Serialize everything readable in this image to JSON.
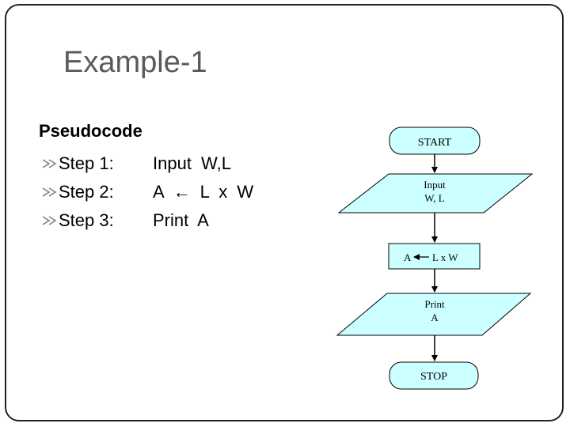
{
  "slide": {
    "title": "Example-1",
    "pseudocode_heading": "Pseudocode",
    "steps": [
      {
        "label": "Step 1:",
        "value": "Input W,L"
      },
      {
        "label": "Step 2:",
        "value": "A ← L x W"
      },
      {
        "label": "Step 3:",
        "value": "Print A"
      }
    ]
  },
  "flowchart": {
    "start_label": "START",
    "input_line1": "Input",
    "input_line2": "W, L",
    "process_lhs": "A",
    "process_rhs": "L x W",
    "output_line1": "Print",
    "output_line2": "A",
    "stop_label": "STOP"
  },
  "colors": {
    "shape_fill": "#ccffff",
    "shape_stroke": "#000000",
    "title_text": "#5a5a5a",
    "bullet_icon": "#808080"
  }
}
